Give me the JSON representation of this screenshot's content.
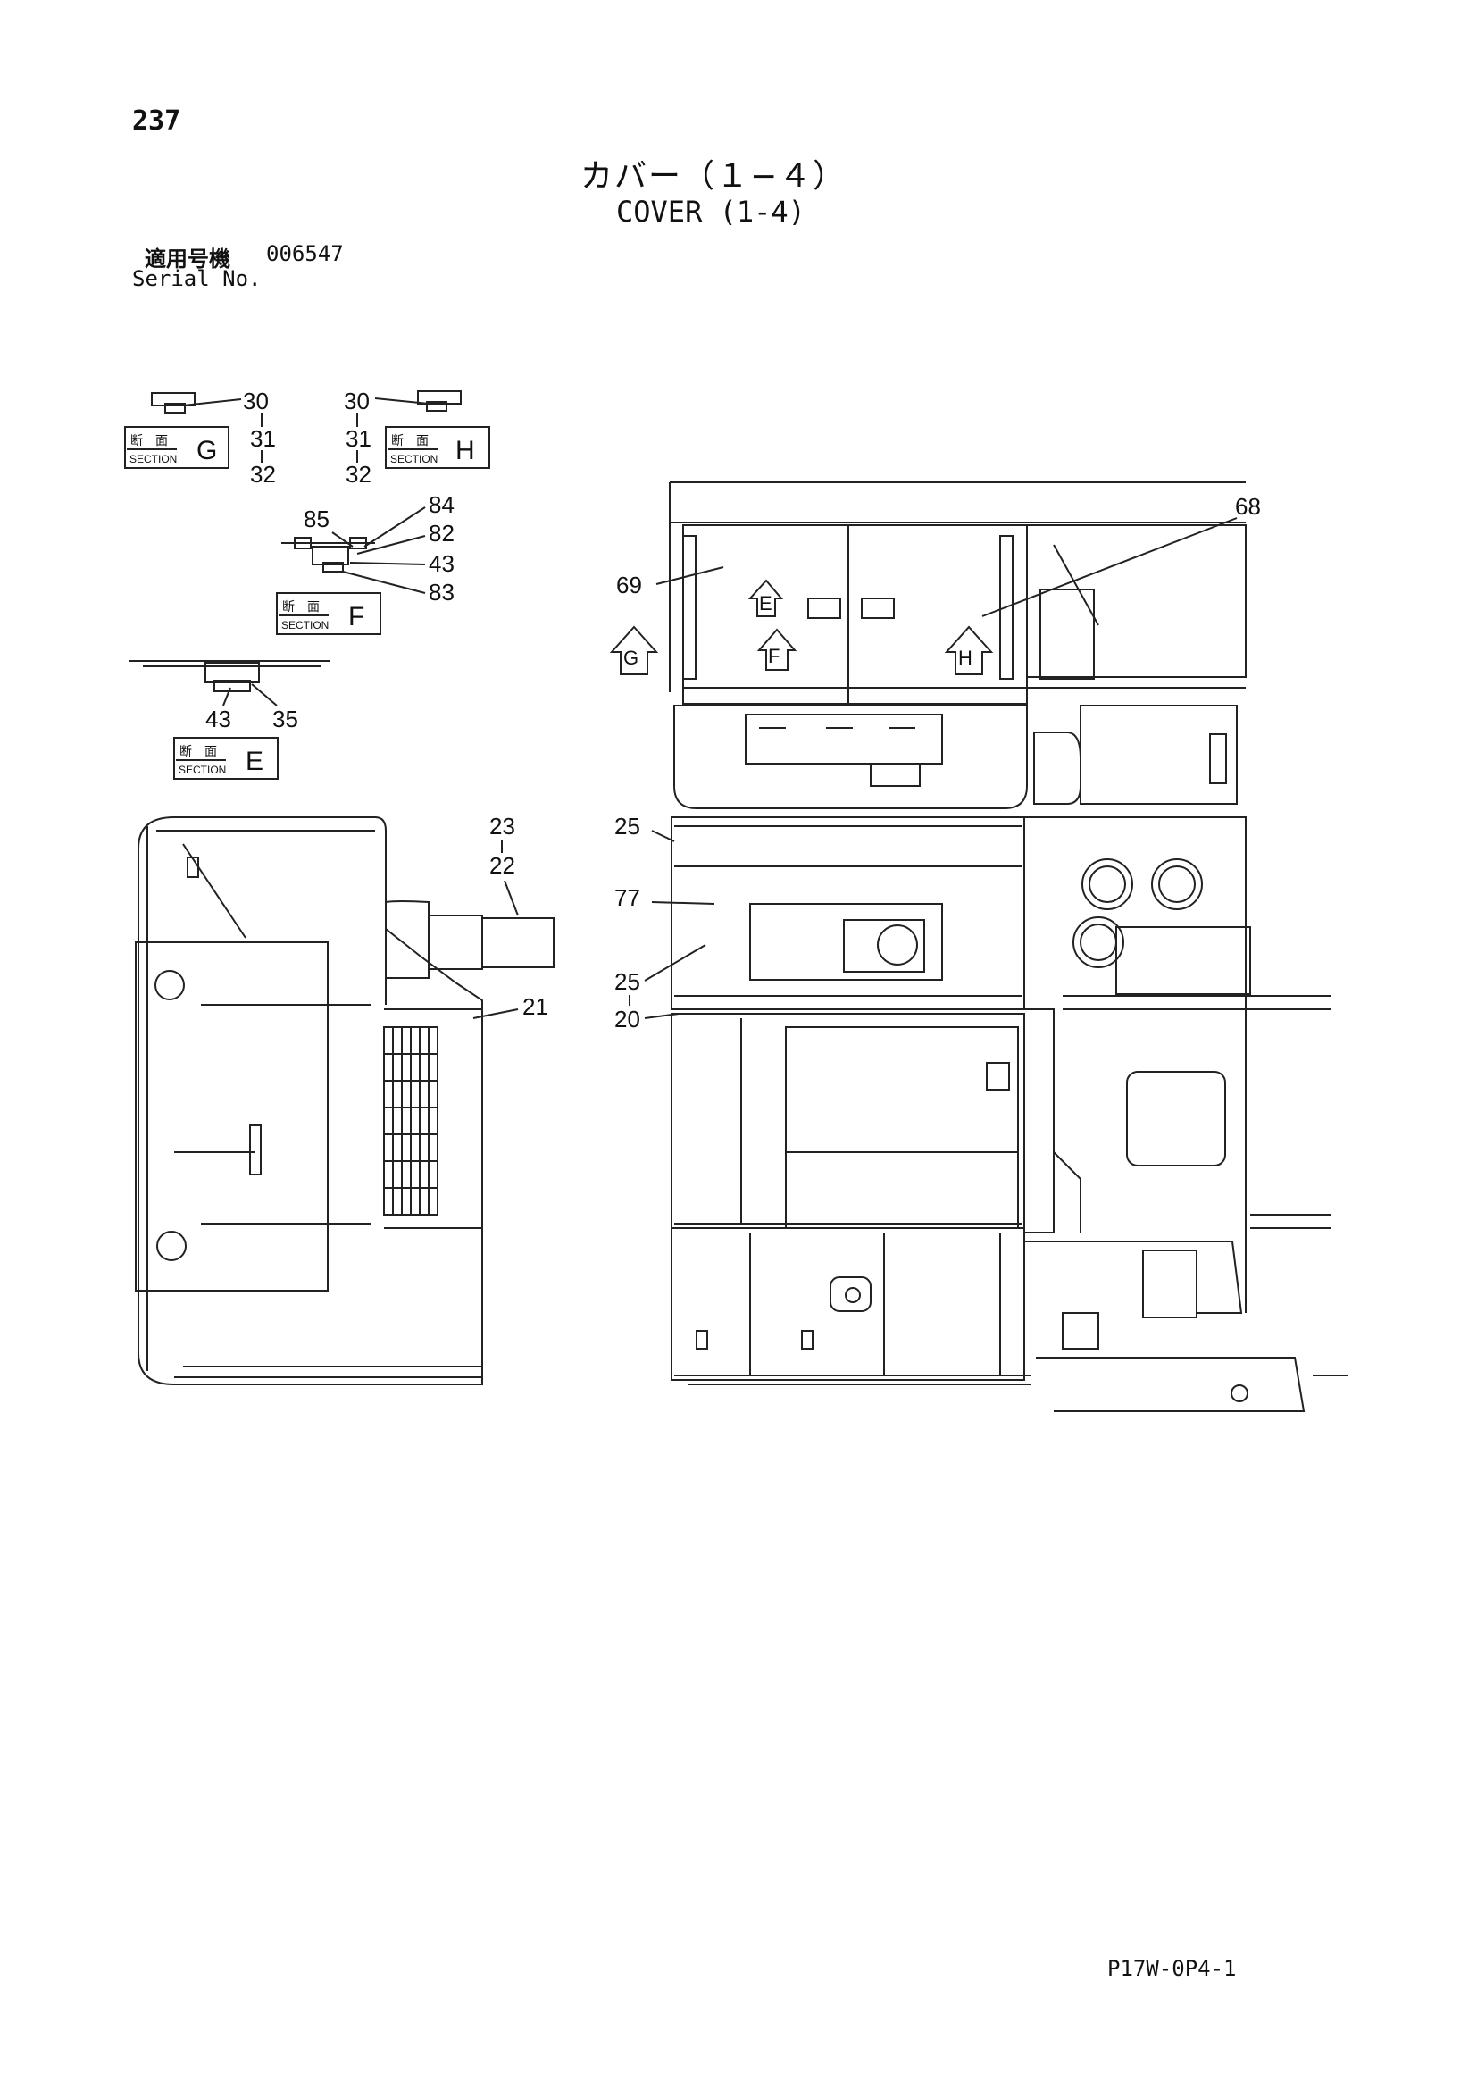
{
  "page_number": "237",
  "title_jp": "カバー（１−４）",
  "title_en": "COVER (1-4)",
  "serial": {
    "label_jp": "適用号機",
    "number": "006547",
    "label_en": "Serial No."
  },
  "sections": [
    {
      "jp": "断　面",
      "en": "SECTION",
      "letter": "G"
    },
    {
      "jp": "断　面",
      "en": "SECTION",
      "letter": "H"
    },
    {
      "jp": "断　面",
      "en": "SECTION",
      "letter": "F"
    },
    {
      "jp": "断　面",
      "en": "SECTION",
      "letter": "E"
    }
  ],
  "view_arrows": [
    "E",
    "F",
    "G",
    "H"
  ],
  "part_labels": {
    "g30": "30",
    "g31": "31",
    "g32": "32",
    "h30": "30",
    "h31": "31",
    "h32": "32",
    "f85": "85",
    "f84": "84",
    "f82": "82",
    "f43": "43",
    "f83": "83",
    "e43": "43",
    "e35": "35",
    "l23": "23",
    "l22": "22",
    "l21": "21",
    "r68": "68",
    "r69": "69",
    "r25a": "25",
    "r77": "77",
    "r25b": "25",
    "r20": "20"
  },
  "footer_code": "P17W-0P4-1"
}
